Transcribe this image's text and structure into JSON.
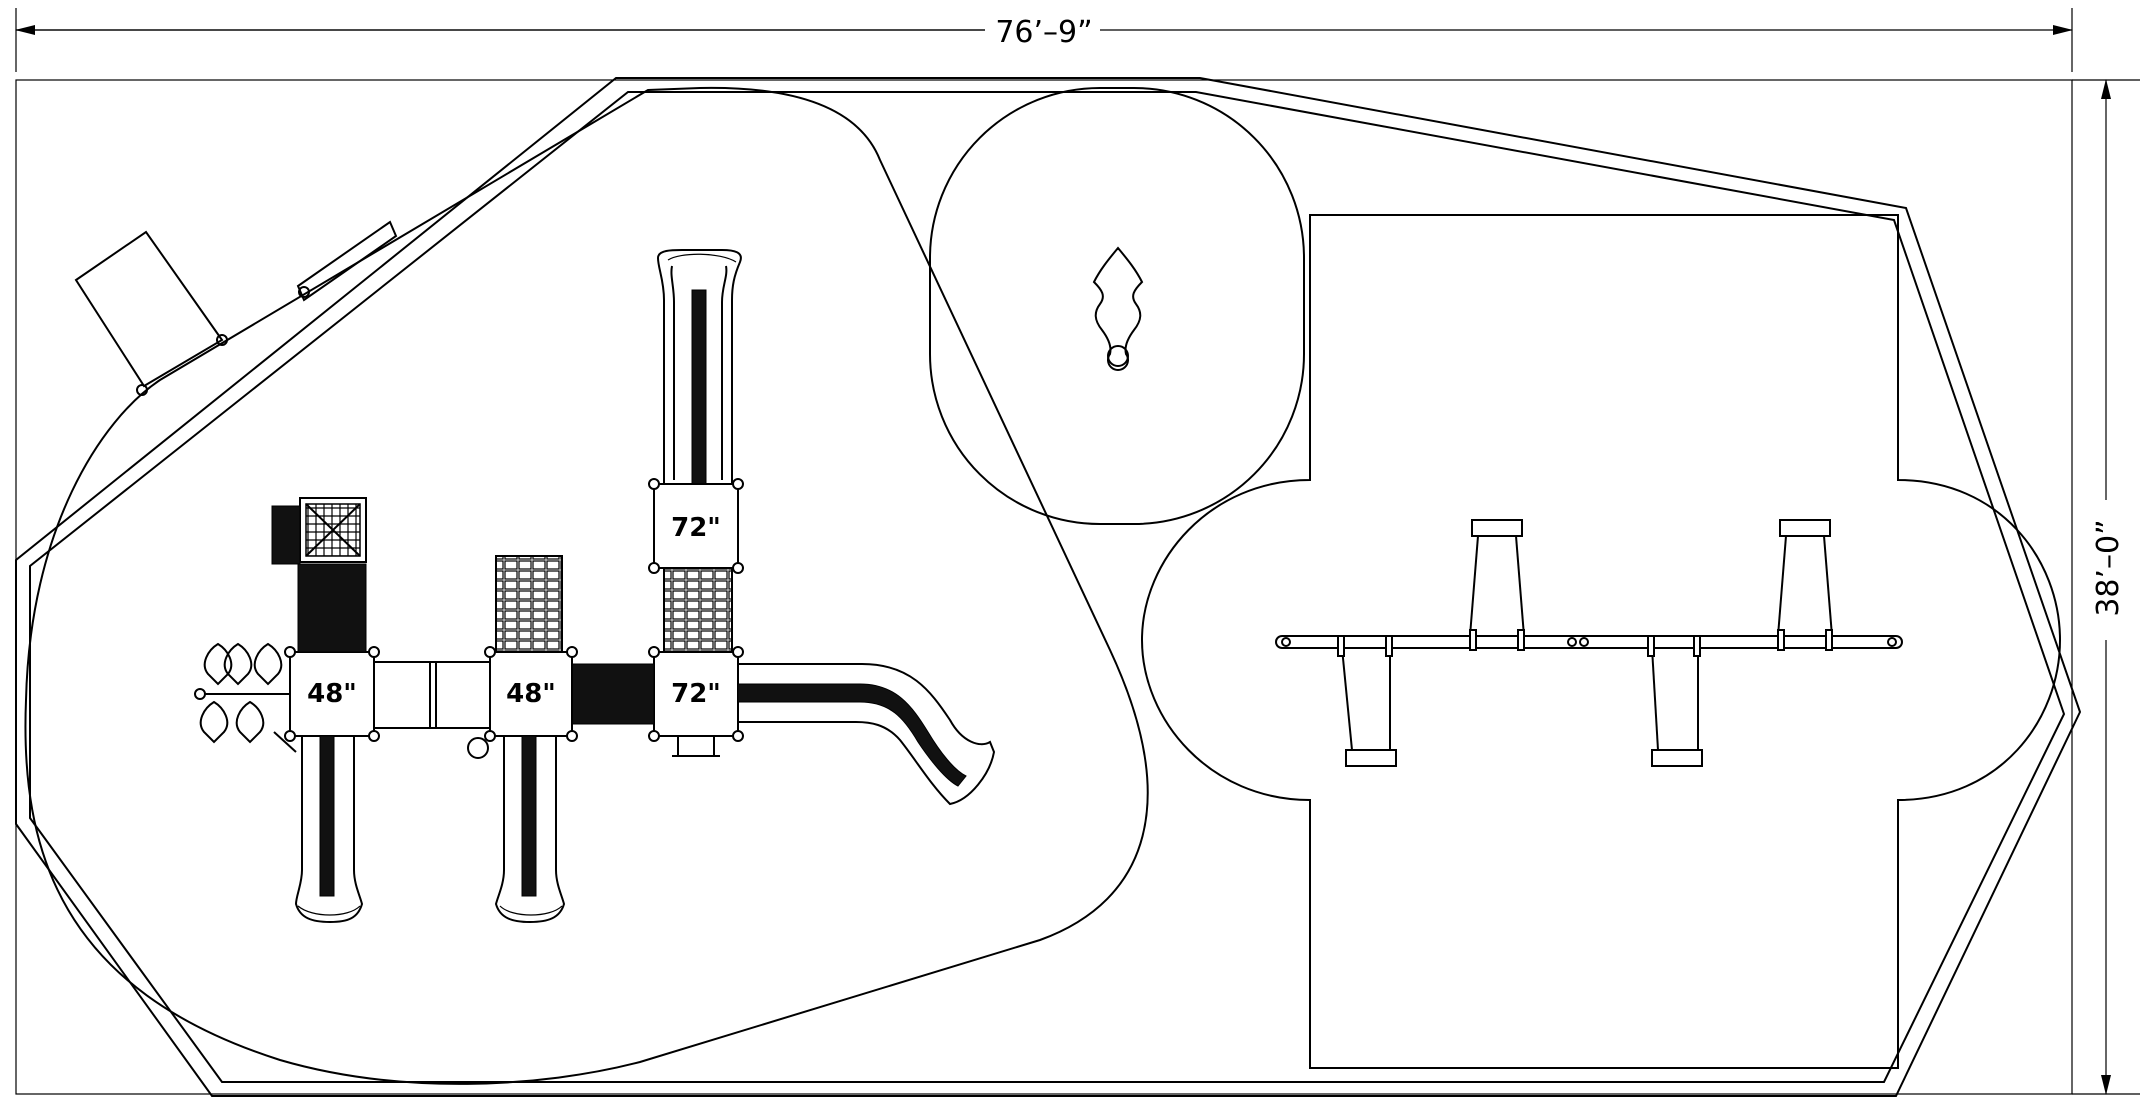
{
  "dimensions": {
    "width_label": "76’–9”",
    "height_label": "38’–0”"
  },
  "decks": [
    {
      "label": "48\""
    },
    {
      "label": "48\""
    },
    {
      "label": "72\""
    },
    {
      "label": "72\""
    }
  ],
  "colors": {
    "line": "#000000",
    "background": "#ffffff",
    "fill_dark": "#111111"
  }
}
